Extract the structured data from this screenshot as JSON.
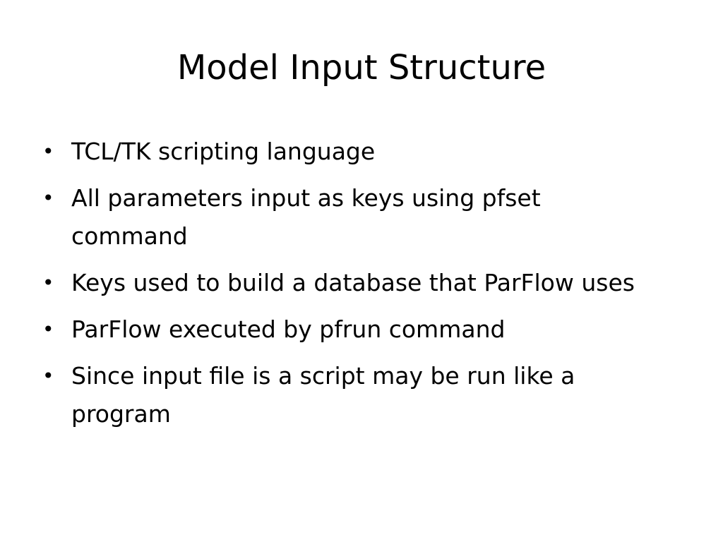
{
  "slide": {
    "title": "Model Input Structure",
    "bullet_symbol": "•",
    "bullets": [
      "TCL/TK scripting language",
      "All parameters input as keys using pfset command",
      "Keys used to build a database that ParFlow uses",
      "ParFlow executed by pfrun command",
      "Since input file is a script may be run like a program"
    ]
  }
}
